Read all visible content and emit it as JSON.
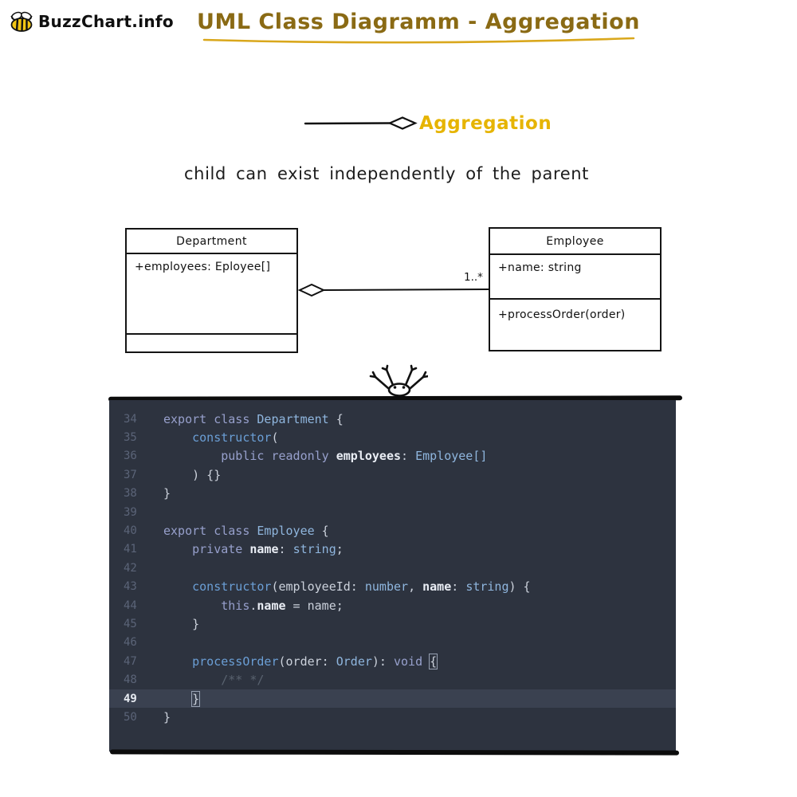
{
  "logo": {
    "text": "BuzzChart.info"
  },
  "header": {
    "title": "UML Class Diagramm - Aggregation"
  },
  "legend": {
    "label": "Aggregation"
  },
  "subtitle": "child can exist independently of the parent",
  "uml": {
    "department": {
      "name": "Department",
      "attribute": "+employees: Eployee[]"
    },
    "employee": {
      "name": "Employee",
      "attribute": "+name: string",
      "method": "+processOrder(order)"
    },
    "multiplicity": "1..*"
  },
  "code": {
    "language": "typescript",
    "highlight_line": 49,
    "lines": [
      {
        "n": 34,
        "tokens": [
          [
            "kw",
            "export class"
          ],
          [
            "pl",
            " "
          ],
          [
            "cls",
            "Department"
          ],
          [
            "pl",
            " {"
          ]
        ]
      },
      {
        "n": 35,
        "tokens": [
          [
            "pl",
            "    "
          ],
          [
            "fn",
            "constructor"
          ],
          [
            "pl",
            "("
          ]
        ]
      },
      {
        "n": 36,
        "tokens": [
          [
            "pl",
            "        "
          ],
          [
            "kw",
            "public readonly"
          ],
          [
            "pl",
            " "
          ],
          [
            "def",
            "employees"
          ],
          [
            "pl",
            ": "
          ],
          [
            "cls",
            "Employee[]"
          ]
        ]
      },
      {
        "n": 37,
        "tokens": [
          [
            "pl",
            "    ) {}"
          ]
        ]
      },
      {
        "n": 38,
        "tokens": [
          [
            "pl",
            "}"
          ]
        ]
      },
      {
        "n": 39,
        "tokens": []
      },
      {
        "n": 40,
        "tokens": [
          [
            "kw",
            "export class"
          ],
          [
            "pl",
            " "
          ],
          [
            "cls",
            "Employee"
          ],
          [
            "pl",
            " {"
          ]
        ]
      },
      {
        "n": 41,
        "tokens": [
          [
            "pl",
            "    "
          ],
          [
            "kw",
            "private"
          ],
          [
            "pl",
            " "
          ],
          [
            "def",
            "name"
          ],
          [
            "pl",
            ": "
          ],
          [
            "cls",
            "string"
          ],
          [
            "pl",
            ";"
          ]
        ]
      },
      {
        "n": 42,
        "tokens": []
      },
      {
        "n": 43,
        "tokens": [
          [
            "pl",
            "    "
          ],
          [
            "fn",
            "constructor"
          ],
          [
            "pl",
            "(employeeId: "
          ],
          [
            "cls",
            "number"
          ],
          [
            "pl",
            ", "
          ],
          [
            "def",
            "name"
          ],
          [
            "pl",
            ": "
          ],
          [
            "cls",
            "string"
          ],
          [
            "pl",
            ") {"
          ]
        ]
      },
      {
        "n": 44,
        "tokens": [
          [
            "pl",
            "        "
          ],
          [
            "kw",
            "this"
          ],
          [
            "pl",
            "."
          ],
          [
            "def",
            "name"
          ],
          [
            "pl",
            " = name;"
          ]
        ]
      },
      {
        "n": 45,
        "tokens": [
          [
            "pl",
            "    }"
          ]
        ]
      },
      {
        "n": 46,
        "tokens": []
      },
      {
        "n": 47,
        "tokens": [
          [
            "pl",
            "    "
          ],
          [
            "fn",
            "processOrder"
          ],
          [
            "pl",
            "(order: "
          ],
          [
            "cls",
            "Order"
          ],
          [
            "pl",
            "): "
          ],
          [
            "kw",
            "void"
          ],
          [
            "pl",
            " "
          ],
          [
            "box",
            "{"
          ]
        ]
      },
      {
        "n": 48,
        "tokens": [
          [
            "pl",
            "        "
          ],
          [
            "cm",
            "/** */"
          ]
        ]
      },
      {
        "n": 49,
        "tokens": [
          [
            "pl",
            "    "
          ],
          [
            "box",
            "}"
          ]
        ]
      },
      {
        "n": 50,
        "tokens": [
          [
            "pl",
            "}"
          ]
        ]
      }
    ]
  },
  "colors": {
    "title": "#8a6a14",
    "underline": "#d9a71c",
    "legend_label": "#e6b400",
    "code_bg": "#2d333f",
    "code_keyword": "#97a0cc",
    "code_function": "#6b9fd6",
    "code_type": "#8fb6de",
    "code_comment": "#59626f"
  }
}
